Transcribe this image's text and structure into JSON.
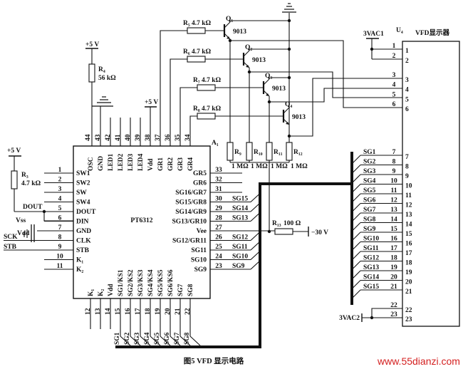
{
  "caption": "图5  VFD 显示电路",
  "watermark": "www.55dianzi.com",
  "colors": {
    "ink": "#111111",
    "watermark": "#d42020"
  },
  "ic": {
    "name": "PT6312",
    "ref": "A₁",
    "top_pins": [
      {
        "num": "44",
        "label": "OSC"
      },
      {
        "num": "43",
        "label": "GND"
      },
      {
        "num": "42",
        "label": "LED1"
      },
      {
        "num": "41",
        "label": "LED2"
      },
      {
        "num": "40",
        "label": "LED3"
      },
      {
        "num": "39",
        "label": "LED4"
      },
      {
        "num": "38",
        "label": "Vdd"
      },
      {
        "num": "37",
        "label": "GR1"
      },
      {
        "num": "36",
        "label": "GR2"
      },
      {
        "num": "35",
        "label": "GR3"
      },
      {
        "num": "34",
        "label": "GR4"
      }
    ],
    "left_pins": [
      {
        "num": "1",
        "label": "SW1"
      },
      {
        "num": "2",
        "label": "SW2"
      },
      {
        "num": "3",
        "label": "SW"
      },
      {
        "num": "4",
        "label": "SW4"
      },
      {
        "num": "5",
        "label": "DOUT"
      },
      {
        "num": "6",
        "label": "DIN"
      },
      {
        "num": "7",
        "label": "GND"
      },
      {
        "num": "8",
        "label": "CLK"
      },
      {
        "num": "9",
        "label": "STB"
      },
      {
        "num": "10",
        "label": "K₁"
      },
      {
        "num": "11",
        "label": "K₂"
      }
    ],
    "right_pins": [
      {
        "num": "33",
        "label": "GR5",
        "net": ""
      },
      {
        "num": "32",
        "label": "GR6",
        "net": ""
      },
      {
        "num": "31",
        "label": "SG16/GR7",
        "net": ""
      },
      {
        "num": "30",
        "label": "SG15/GR8",
        "net": "SG15"
      },
      {
        "num": "29",
        "label": "SG14/GR9",
        "net": "SG14"
      },
      {
        "num": "28",
        "label": "SG13/GR10",
        "net": "SG13"
      },
      {
        "num": "27",
        "label": "Vee",
        "net": ""
      },
      {
        "num": "26",
        "label": "SG12/GR11",
        "net": "SG12"
      },
      {
        "num": "25",
        "label": "SG11",
        "net": "SG11"
      },
      {
        "num": "24",
        "label": "SG10",
        "net": "SG10"
      },
      {
        "num": "23",
        "label": "SG9",
        "net": "SG9"
      }
    ],
    "bottom_pins": [
      {
        "num": "12",
        "label": "K₁",
        "net": ""
      },
      {
        "num": "13",
        "label": "K₂",
        "net": ""
      },
      {
        "num": "14",
        "label": "Vdd",
        "net": ""
      },
      {
        "num": "15",
        "label": "SG1/KS1",
        "net": "SG1"
      },
      {
        "num": "16",
        "label": "SG2/KS2",
        "net": "SG2"
      },
      {
        "num": "17",
        "label": "SG3/KS3",
        "net": "SG3"
      },
      {
        "num": "18",
        "label": "SG4/KS4",
        "net": "SG4"
      },
      {
        "num": "19",
        "label": "SG5/KS5",
        "net": "SG5"
      },
      {
        "num": "20",
        "label": "SG6/KS6",
        "net": "SG6"
      },
      {
        "num": "21",
        "label": "SG7",
        "net": "SG7"
      },
      {
        "num": "22",
        "label": "SG8",
        "net": "SG8"
      }
    ]
  },
  "left_circuit": {
    "supply": "+5 V",
    "r_ref": "R₃",
    "r_value": "4.7 kΩ",
    "dout": "DOUT",
    "vss": "Vss",
    "vdd": "Vdd",
    "sck": "SCK",
    "stb": "STB"
  },
  "osc_circuit": {
    "supply": "+5 V",
    "r_ref": "R₄",
    "r_value": "56 kΩ"
  },
  "vdd_supply": "+5 V",
  "transistors": [
    {
      "ref": "Q₁",
      "part": "9013",
      "r_ref": "R₅",
      "r_value": "4.7 kΩ"
    },
    {
      "ref": "Q₂",
      "part": "9013",
      "r_ref": "R₆",
      "r_value": "4.7 kΩ"
    },
    {
      "ref": "Q₃",
      "part": "9013",
      "r_ref": "R₇",
      "r_value": "4.7 kΩ"
    },
    {
      "ref": "Q₄",
      "part": "9013",
      "r_ref": "R₈",
      "r_value": "4.7 kΩ"
    }
  ],
  "emitter_resistors": [
    {
      "ref": "R₉",
      "value": "1 MΩ"
    },
    {
      "ref": "R₁₀",
      "value": "1 MΩ"
    },
    {
      "ref": "R₁₁",
      "value": "1 MΩ"
    },
    {
      "ref": "R₁₂",
      "value": "1 MΩ"
    }
  ],
  "r13": {
    "ref": "R₁₃",
    "value": "100 Ω",
    "supply": "−30 V"
  },
  "vfd": {
    "ref": "U₄",
    "title": "VFD显示器",
    "vac1": "3VAC1",
    "vac2": "3VAC2",
    "pins": [
      "1",
      "2",
      "3",
      "4",
      "5",
      "6",
      "7",
      "8",
      "9",
      "10",
      "11",
      "12",
      "13",
      "14",
      "15",
      "16",
      "17",
      "18",
      "19",
      "20",
      "21",
      "22",
      "23"
    ],
    "seg_nets": [
      "SG1",
      "SG2",
      "SG3",
      "SG4",
      "SG5",
      "SG6",
      "SG7",
      "SG8",
      "SG9",
      "SG10",
      "SG11",
      "SG12",
      "SG13",
      "SG14",
      "SG15"
    ]
  }
}
